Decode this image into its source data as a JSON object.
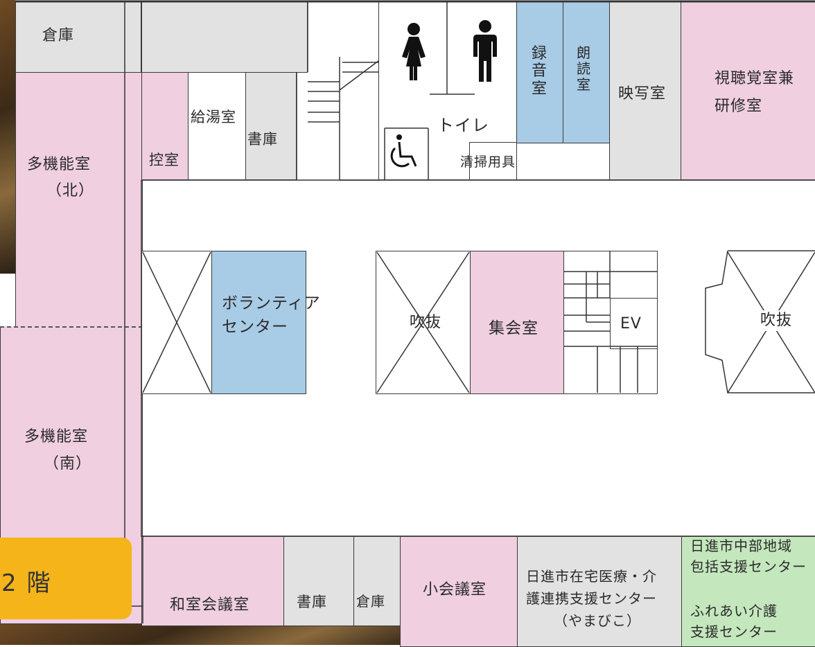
{
  "floor_label": "2 階",
  "colors": {
    "pink": "#efcfe0",
    "blue": "#a8cbe6",
    "gray": "#e2e2e2",
    "green": "#c4e7bd",
    "badge": "#f4b41a"
  },
  "rooms": {
    "storage_top": "倉庫",
    "multi_north_1": "多機能室",
    "multi_north_2": "（北）",
    "multi_south_1": "多機能室",
    "multi_south_2": "（南）",
    "waiting": "控室",
    "kitchenette": "給湯室",
    "library_top": "書庫",
    "toilet": "トイレ",
    "cleaning": "清掃用具",
    "recording": "録音室",
    "reading": "朗読室",
    "projection": "映写室",
    "av_1": "視聴覚室兼",
    "av_2": "研修室",
    "volunteer_1": "ボランティア",
    "volunteer_2": "センター",
    "atrium_1": "吹抜",
    "assembly": "集会室",
    "ev": "EV",
    "atrium_2": "吹抜",
    "japanese": "和室会議室",
    "library_bottom": "書庫",
    "storage_bottom": "倉庫",
    "small_meeting": "小会議室",
    "homecare_1": "日進市在宅医療・介",
    "homecare_2": "護連携支援センター",
    "homecare_3": "（やまびこ）",
    "chubu_1": "日進市中部地域",
    "chubu_2": "包括支援センター",
    "fureai_1": "ふれあい介護",
    "fureai_2": "支援センター"
  },
  "icons": [
    "female-toilet-icon",
    "male-toilet-icon",
    "wheelchair-icon"
  ]
}
